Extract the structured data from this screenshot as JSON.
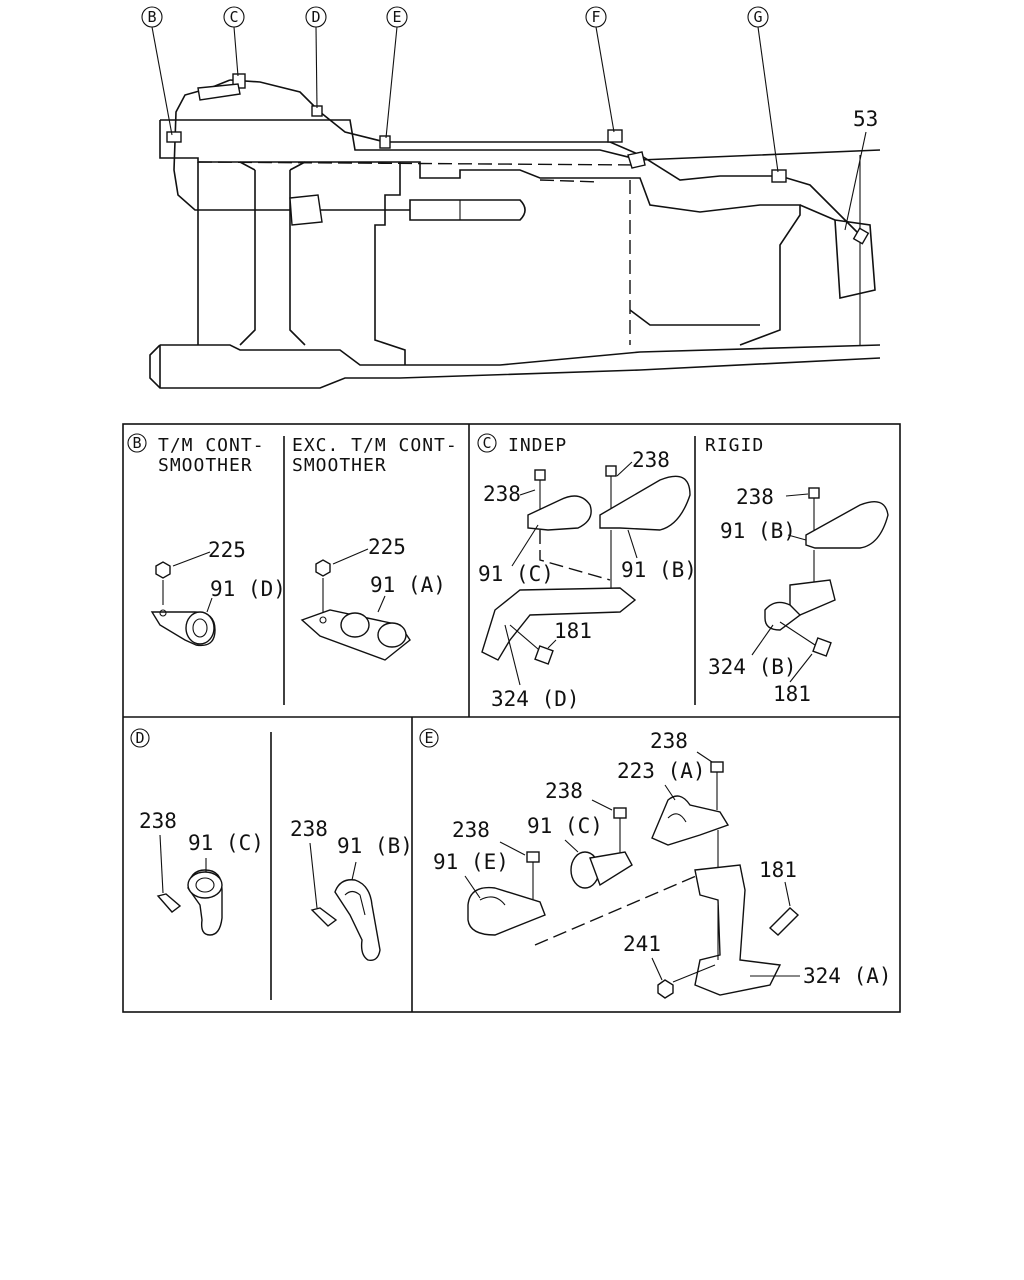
{
  "callout_letters": [
    "B",
    "C",
    "D",
    "E",
    "F",
    "G"
  ],
  "top_part_53": "53",
  "panel_b": {
    "letter": "B",
    "left_title": [
      "T/M CONT-",
      "SMOOTHER"
    ],
    "right_title": [
      "EXC. T/M CONT-",
      "SMOOTHER"
    ],
    "left_parts": [
      "225",
      "91 (D)"
    ],
    "right_parts": [
      "225",
      "91 (A)"
    ]
  },
  "panel_c": {
    "letter": "C",
    "indep_title": "INDEP",
    "rigid_title": "RIGID",
    "indep_parts": [
      "238",
      "238",
      "91 (C)",
      "91 (B)",
      "181",
      "324 (D)"
    ],
    "rigid_parts": [
      "238",
      "91 (B)",
      "324 (B)",
      "181"
    ]
  },
  "panel_d": {
    "letter": "D",
    "left_parts": [
      "238",
      "91 (C)"
    ],
    "right_parts": [
      "238",
      "91 (B)"
    ]
  },
  "panel_e": {
    "letter": "E",
    "parts": [
      "238",
      "223 (A)",
      "238",
      "91 (C)",
      "238",
      "91 (E)",
      "181",
      "241",
      "324 (A)"
    ]
  }
}
